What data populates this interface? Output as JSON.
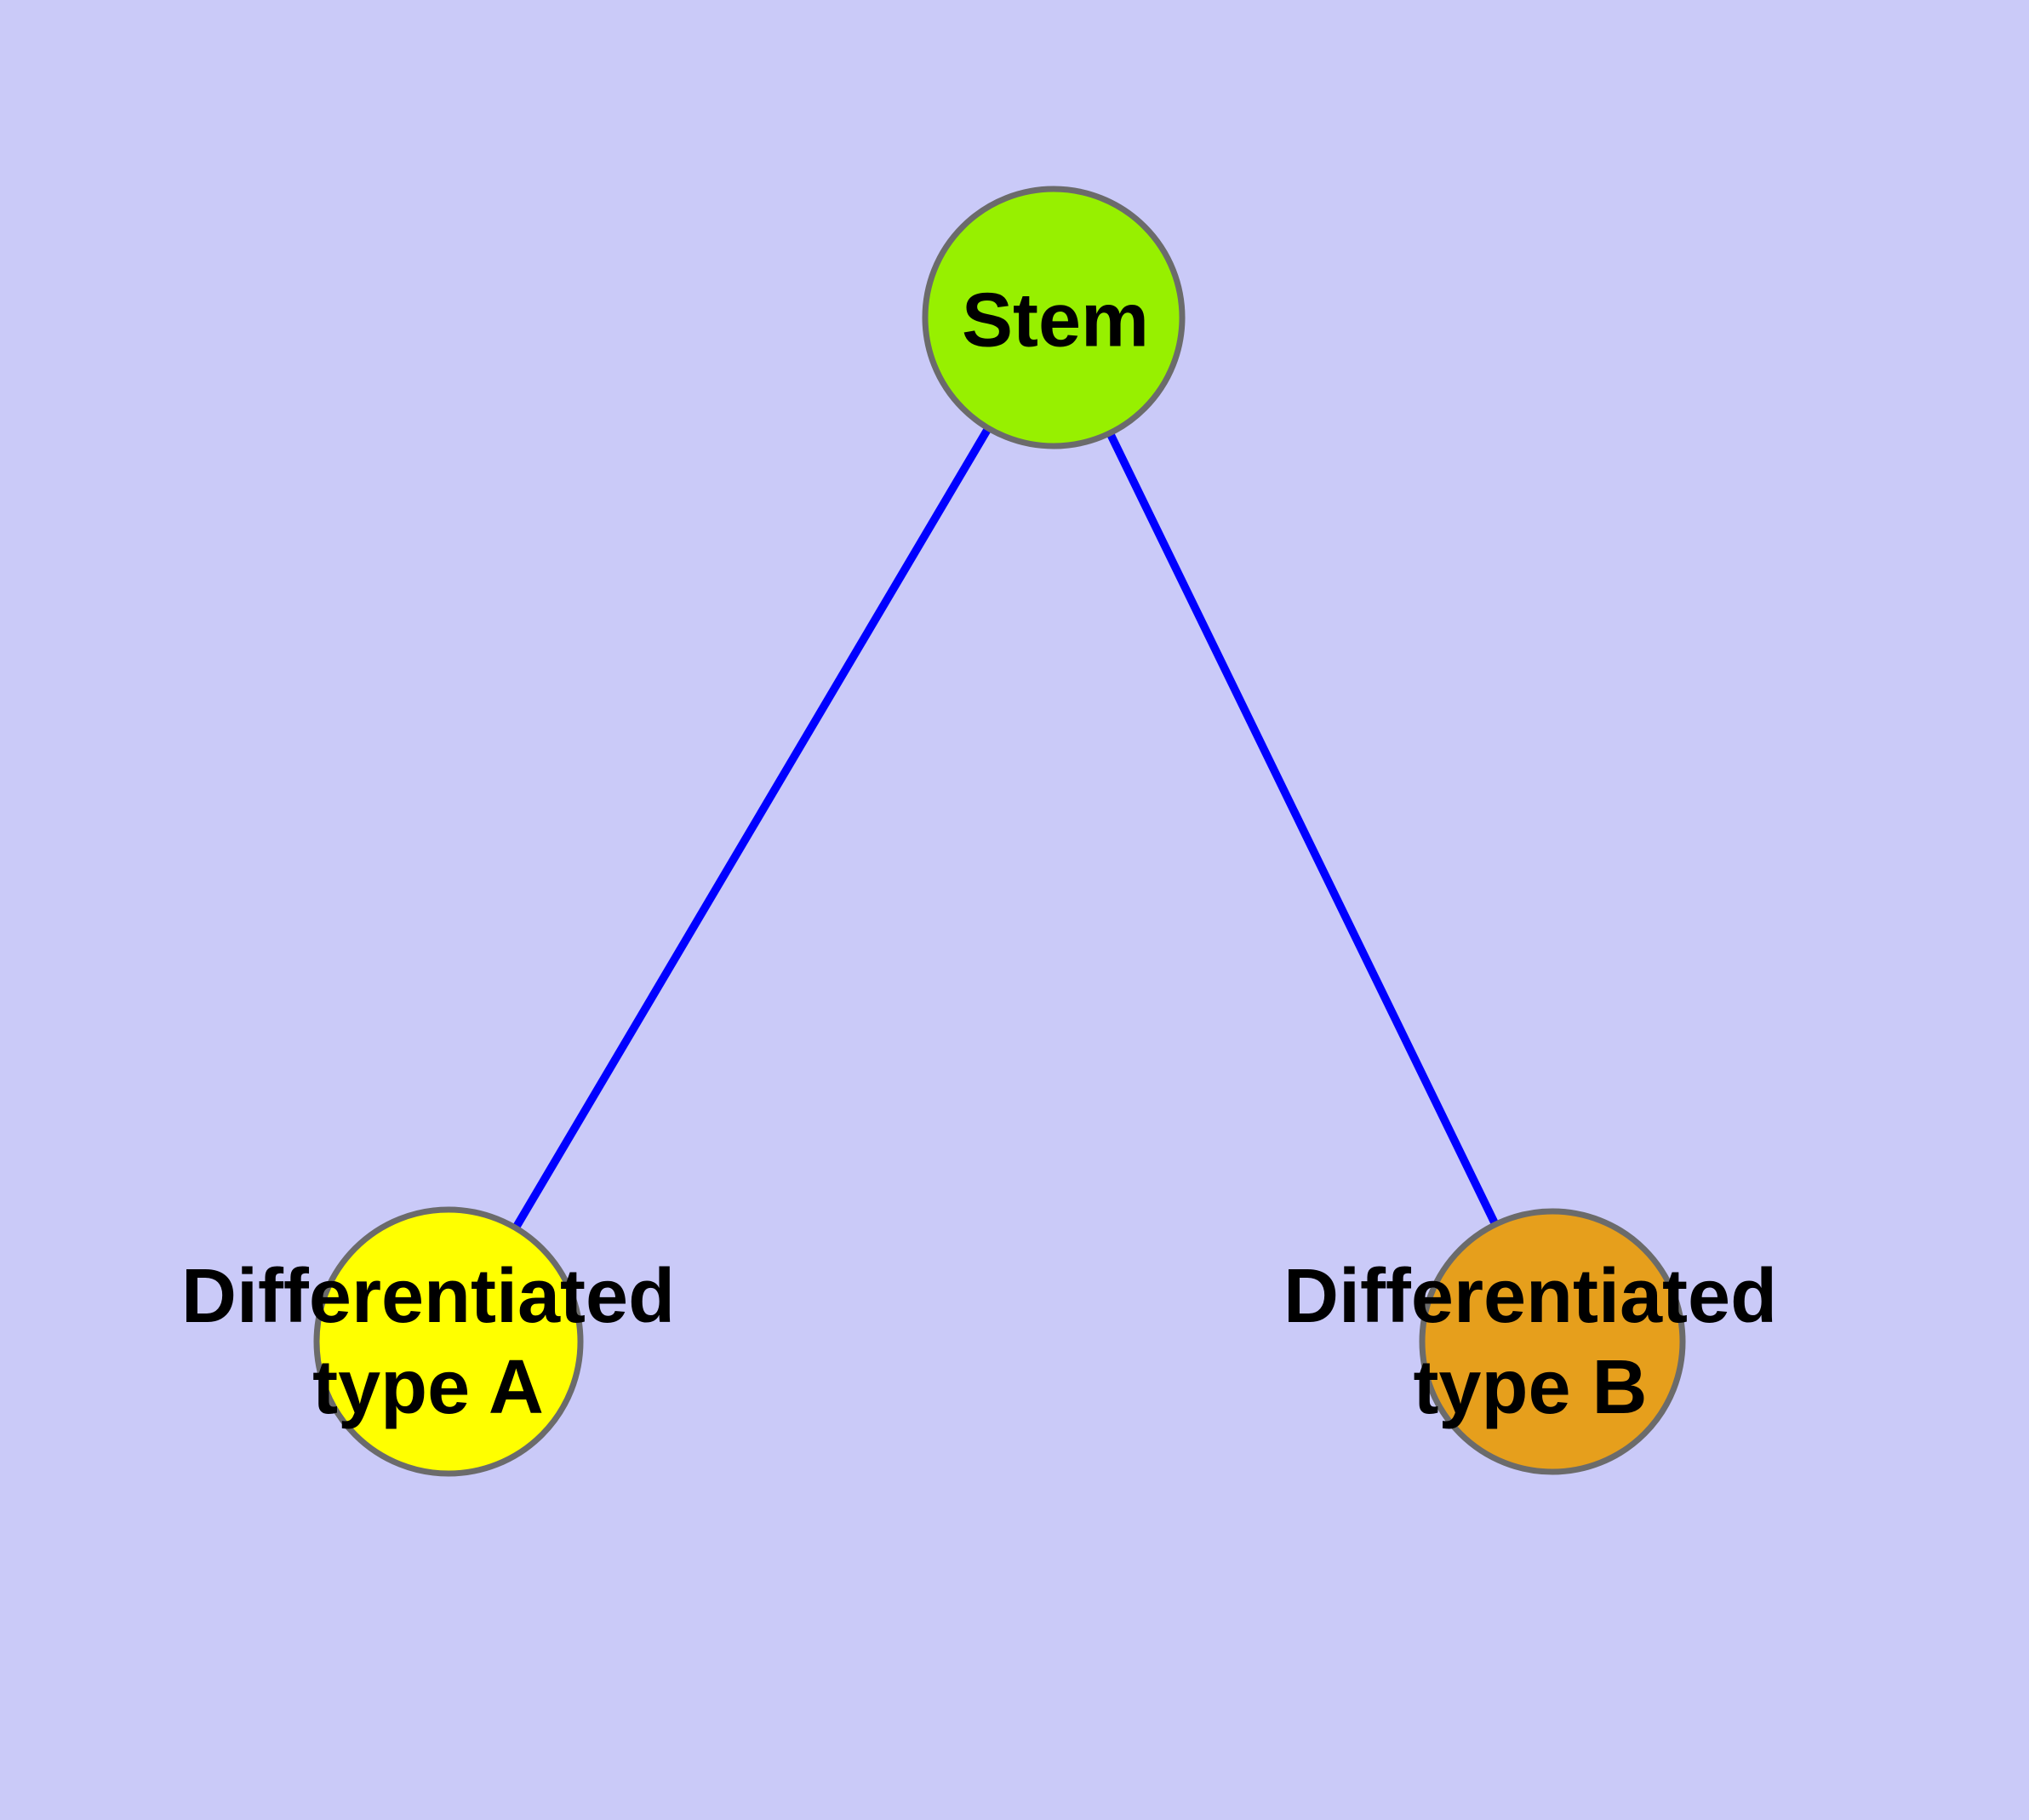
{
  "diagram": {
    "background_color": "#CACAF8",
    "edge_color": "#0000FF",
    "node_border_color": "#6B6B6B",
    "nodes": [
      {
        "id": "stem",
        "label": "Stem",
        "color": "#97F000"
      },
      {
        "id": "type_a",
        "label": "Differentiated\ntype A",
        "color": "#FFFF00"
      },
      {
        "id": "type_b",
        "label": "Differentiated\ntype B",
        "color": "#E69F1C"
      }
    ],
    "edges": [
      {
        "from": "Stem",
        "to": "Differentiated type A"
      },
      {
        "from": "Stem",
        "to": "Differentiated type B"
      }
    ]
  }
}
